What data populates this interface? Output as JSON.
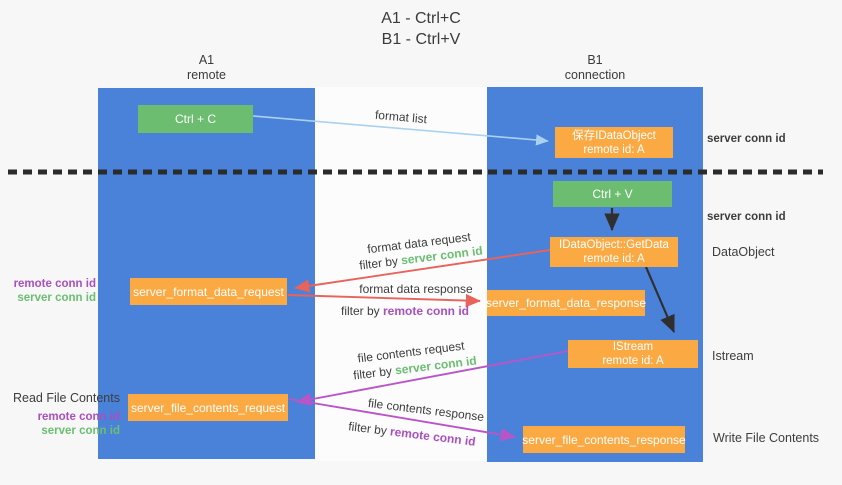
{
  "title": {
    "line1": "A1 - Ctrl+C",
    "line2": "B1 - Ctrl+V"
  },
  "lanes": {
    "a1": {
      "name": "A1",
      "role": "remote"
    },
    "b1": {
      "name": "B1",
      "role": "connection"
    }
  },
  "nodes": {
    "ctrl_c": {
      "label": "Ctrl + C"
    },
    "save_idataobject": {
      "line1": "保存IDataObject",
      "line2": "remote id: A"
    },
    "ctrl_v": {
      "label": "Ctrl + V"
    },
    "getdata": {
      "line1": "IDataObject::GetData",
      "line2": "remote id: A"
    },
    "format_request": {
      "label": "server_format_data_request"
    },
    "format_response": {
      "label": "server_format_data_response"
    },
    "istream": {
      "line1": "IStream",
      "line2": "remote id: A"
    },
    "file_request": {
      "label": "server_file_contents_request"
    },
    "file_response": {
      "label": "server_file_contents_response"
    }
  },
  "arrows": {
    "format_list": "format list",
    "format_data_request": "format data request",
    "format_data_response": "format data response",
    "file_contents_request": "file contents request",
    "file_contents_response": "file contents response",
    "filter_prefix": "filter by "
  },
  "keys": {
    "server": "server conn id",
    "remote": "remote conn id"
  },
  "side": {
    "dataobject": "DataObject",
    "istream": "Istream",
    "write_file": "Write File Contents",
    "read_file": "Read File Contents"
  },
  "colors": {
    "lane_blue": "#4a81d9",
    "node_green": "#6dbd71",
    "node_orange": "#fba943",
    "arrow_red": "#e8635c",
    "arrow_magenta": "#ba55c8",
    "arrow_light_blue": "#a8d2ef",
    "arrow_black": "#2f2f2f",
    "conn_id_green": "#6abf70",
    "conn_id_purple": "#a94fc0"
  }
}
